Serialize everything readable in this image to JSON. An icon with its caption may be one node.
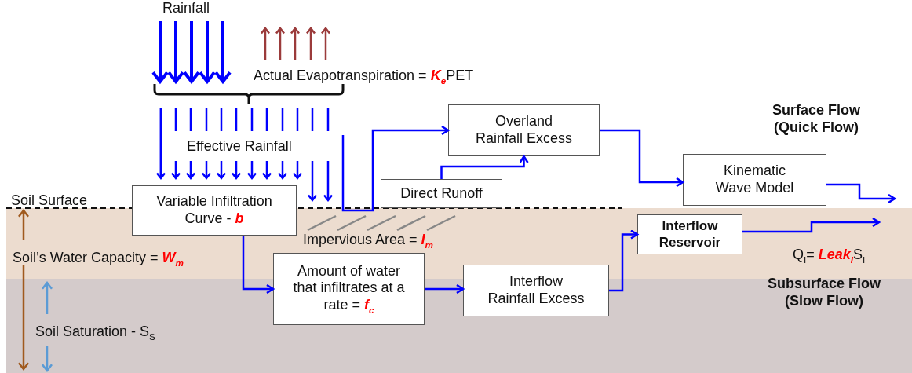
{
  "diagram": {
    "nodes": [
      {
        "text": [
          "Variable Infiltration Curve - **b**"
        ]
      },
      {
        "text": [
          "Direct Runoff"
        ]
      },
      {
        "text": [
          "Overland Rainfall Excess"
        ]
      },
      {
        "text": [
          "Kinematic Wave Model"
        ]
      },
      {
        "text": [
          "Interflow Reservoir"
        ]
      },
      {
        "text": [
          "Amount of water that infiltrates at a rate = **f**$_{c}$"
        ]
      },
      {
        "text": [
          "Interflow Rainfall Excess"
        ]
      }
    ],
    "edges": [
      {
        "from": null,
        "to": 2,
        "arrow": "to"
      },
      {
        "from": 1,
        "to": 2,
        "arrow": "to"
      },
      {
        "from": 2,
        "to": 3,
        "arrow": "to"
      },
      {
        "from": 3,
        "to": null,
        "arrow": "to"
      },
      {
        "from": 0,
        "to": 5,
        "arrow": "to"
      },
      {
        "from": 5,
        "to": 6,
        "arrow": "to"
      },
      {
        "from": 6,
        "to": 4,
        "arrow": "to"
      },
      {
        "from": 4,
        "to": null,
        "arrow": "to"
      }
    ],
    "labels": [
      "Rainfall",
      "Actual Evapotranspiration = **K**$_{e}$PET",
      "Effective Rainfall",
      "Soil Surface",
      "Impervious Area = **I**$_{m}$",
      "Soil’s Water Capacity = **W**$_{m}$",
      "Surface Flow (Quick Flow)",
      "Q$_{I}$= **Leak**$_{I}$S$_{I}$",
      "Subsurface Flow (Slow Flow)",
      "Soil Saturation - S$_{S}$"
    ]
  }
}
